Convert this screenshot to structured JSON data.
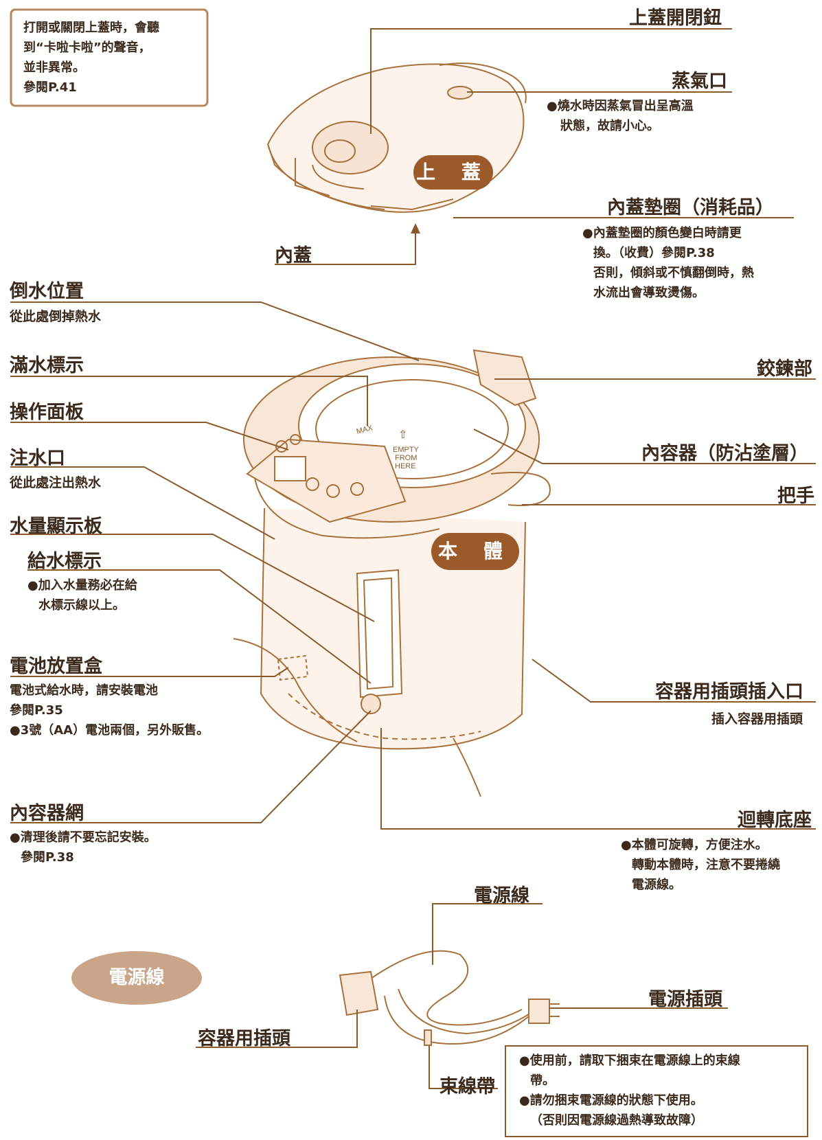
{
  "intro_box": {
    "lines": [
      "打開或關閉上蓋時，會聽",
      "到“卡啦卡啦”的聲音，",
      "並非異常。",
      "參閱P.41"
    ]
  },
  "lid": {
    "pill": "上 蓋",
    "open_button": "上蓋開閉鈕",
    "steam_vent": "蒸氣口",
    "steam_note": [
      "●燒水時因蒸氣冒出呈高溫",
      "狀態，故請小心。"
    ],
    "gasket": "內蓋墊圈（消耗品）",
    "gasket_note": [
      "●內蓋墊圈的顏色變白時請更",
      "換。（收費）參閱P.38",
      "否則，傾斜或不慎翻倒時，熱",
      "水流出會導致燙傷。"
    ],
    "inner_lid": "內蓋"
  },
  "body": {
    "pill": "本 體",
    "pour_position": "倒水位置",
    "pour_note": "從此處倒掉熱水",
    "full_mark": "滿水標示",
    "control_panel": "操作面板",
    "spout": "注水口",
    "spout_note": "從此處注出熱水",
    "water_gauge": "水量顯示板",
    "refill_mark": "給水標示",
    "refill_note": [
      "●加入水量務必在給",
      "水標示線以上。"
    ],
    "battery_box": "電池放置盒",
    "battery_note": [
      "電池式給水時，請安裝電池",
      "參閱P.35",
      "●3號（AA）電池兩個，另外販售。"
    ],
    "filter": "內容器網",
    "filter_note": [
      "●清理後請不要忘記安裝。",
      "參閱P.38"
    ],
    "hinge": "鉸鍊部",
    "inner_container": "內容器（防沾塗層）",
    "handle": "把手",
    "inlet": "容器用插頭插入口",
    "inlet_note": "插入容器用插頭",
    "swivel_base": "迴轉底座",
    "swivel_note": [
      "●本體可旋轉，方便注水。",
      "轉動本體時，注意不要捲繞",
      "電源線。"
    ],
    "inner_text_max": "MAX",
    "inner_text_empty": [
      "EMPTY",
      "FROM",
      "HERE"
    ]
  },
  "cord": {
    "pill": "電源線",
    "cord_label": "電源線",
    "plug": "電源插頭",
    "appliance_plug": "容器用插頭",
    "tie": "束線帶",
    "tie_note": [
      "●使用前，請取下捆束在電源線上的束線",
      "帶。",
      "●請勿捆束電源線的狀態下使用。",
      "（否則因電源線過熱導致故障）"
    ]
  },
  "colors": {
    "accent": "#9a5a2a",
    "line": "#8a5a2b",
    "sketch": "#a8703a",
    "fill": "#fbeee4"
  }
}
